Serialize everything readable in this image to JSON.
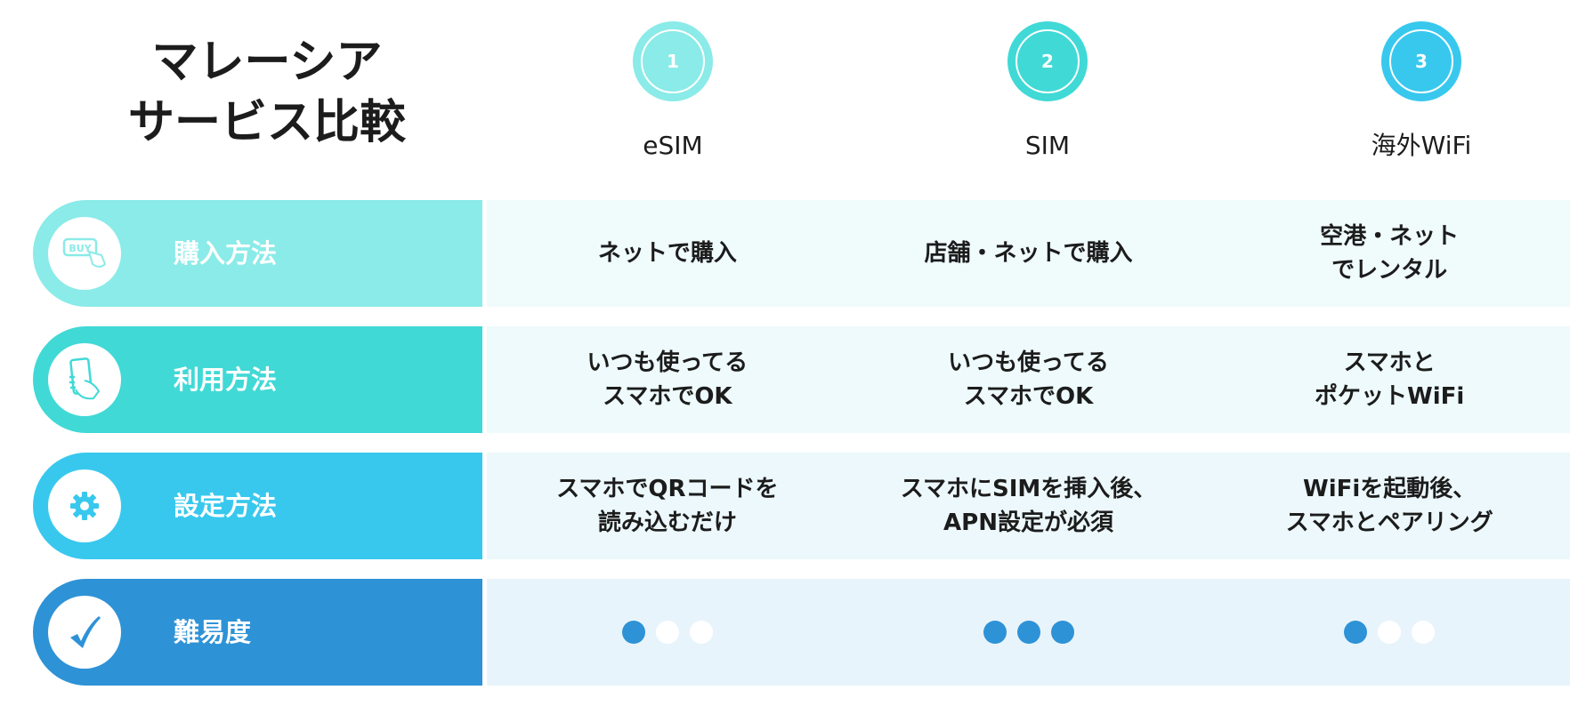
{
  "title": [
    "マレーシア",
    "サービス比較"
  ],
  "columns": [
    {
      "number": "1",
      "label": "eSIM",
      "color": "#8AEBE8"
    },
    {
      "number": "2",
      "label": "SIM",
      "color": "#40D9D6"
    },
    {
      "number": "3",
      "label": "海外WiFi",
      "color": "#38C8EE"
    }
  ],
  "rows": [
    {
      "label": "購入方法",
      "icon": "buy-button-icon",
      "color": "#8AEBE8",
      "bg": "#F0FBFC",
      "cells": [
        [
          "ネットで購入"
        ],
        [
          "店舗・ネットで購入"
        ],
        [
          "空港・ネット",
          "でレンタル"
        ]
      ]
    },
    {
      "label": "利用方法",
      "icon": "smartphone-hand-icon",
      "color": "#40D9D6",
      "bg": "#EEFAFB",
      "cells": [
        [
          "いつも使ってる",
          "スマホでOK"
        ],
        [
          "いつも使ってる",
          "スマホでOK"
        ],
        [
          "スマホと",
          "ポケットWiFi"
        ]
      ]
    },
    {
      "label": "設定方法",
      "icon": "gear-icon",
      "color": "#38C8EE",
      "bg": "#ECF8FB",
      "cells": [
        [
          "スマホでQRコードを",
          "読み込むだけ"
        ],
        [
          "スマホにSIMを挿入後、",
          "APN設定が必須"
        ],
        [
          "WiFiを起動後、",
          "スマホとペアリング"
        ]
      ]
    },
    {
      "label": "難易度",
      "icon": "checkmark-icon",
      "color": "#2E92D6",
      "bg": "#E8F4FB",
      "difficulty": [
        1,
        3,
        1
      ],
      "difficulty_max": 3
    }
  ],
  "dot_color": "#2E92D6"
}
